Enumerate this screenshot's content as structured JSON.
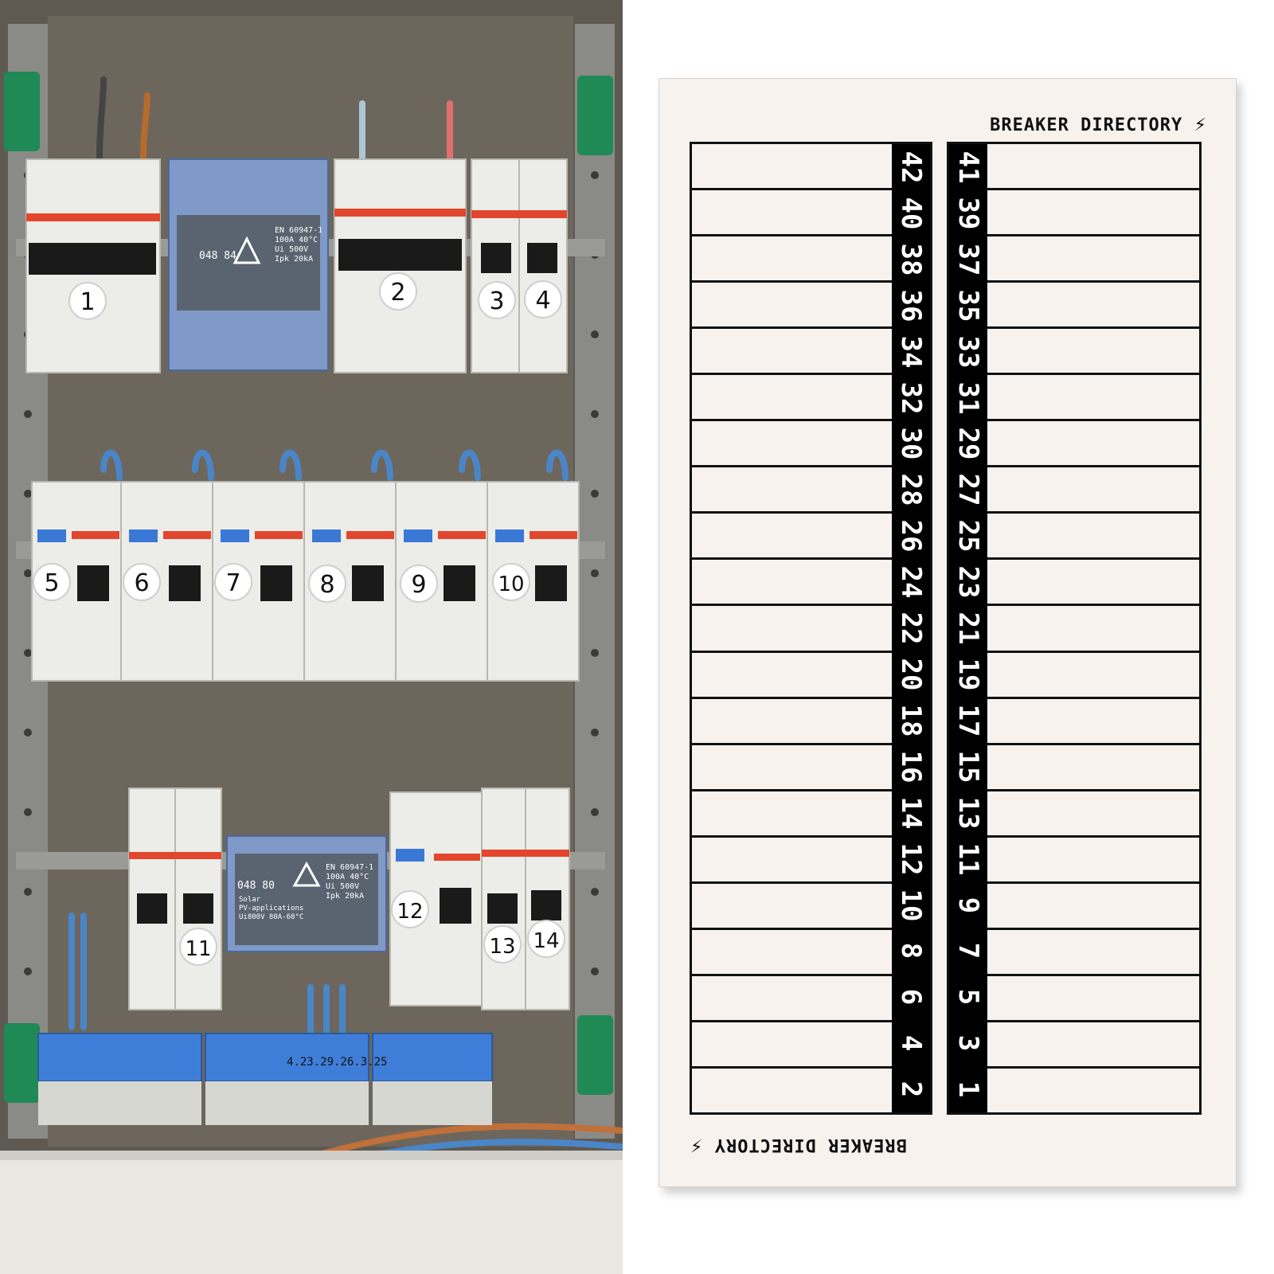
{
  "panel_photo": {
    "breaker_numbers": [
      "1",
      "2",
      "3",
      "4",
      "5",
      "6",
      "7",
      "8",
      "9",
      "10",
      "11",
      "12",
      "13",
      "14"
    ],
    "distribution_block_top": {
      "code": "048 84",
      "text": [
        "EN 60947-1",
        "100A 40°C",
        "Ui 500V",
        "Ipk 20kA"
      ]
    },
    "distribution_block_bottom": {
      "code": "048 80",
      "text": [
        "EN 60947-1",
        "100A 40°C",
        "Ui 500V",
        "Ipk 20kA",
        "Solar",
        "PV-applications",
        "Ui800V 80A-60°C"
      ]
    },
    "neutral_bar_marking": "4.23.29.26.3.25"
  },
  "directory": {
    "title": "BREAKER DIRECTORY",
    "bolt": "⚡",
    "left_strip_numbers": [
      "42",
      "40",
      "38",
      "36",
      "34",
      "32",
      "30",
      "28",
      "26",
      "24",
      "22",
      "20",
      "18",
      "16",
      "14",
      "12",
      "10",
      "8",
      "6",
      "4",
      "2"
    ],
    "right_strip_numbers": [
      "41",
      "39",
      "37",
      "35",
      "33",
      "31",
      "29",
      "27",
      "25",
      "23",
      "21",
      "19",
      "17",
      "15",
      "13",
      "11",
      "9",
      "7",
      "5",
      "3",
      "1"
    ]
  }
}
